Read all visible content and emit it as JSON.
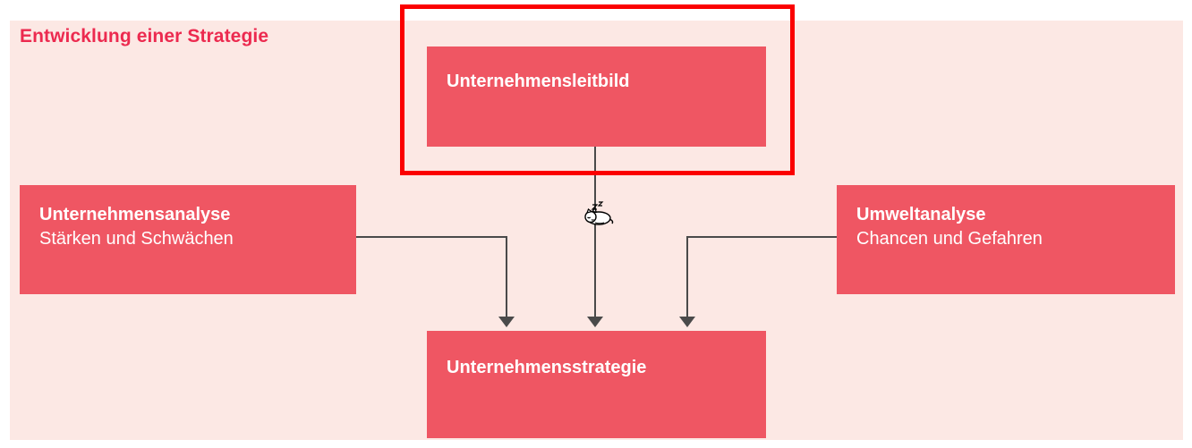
{
  "panel": {
    "title": "Entwicklung einer Strategie",
    "background_color": "#fce8e4",
    "title_color": "#ec2a4f"
  },
  "theme": {
    "node_fill": "#ef5663",
    "node_text": "#ffffff",
    "connector_color": "#4a4a4a",
    "highlight_color": "#fb0000",
    "page_background": "#ffffff"
  },
  "diagram": {
    "type": "flow",
    "nodes": [
      {
        "id": "leitbild",
        "title": "Unternehmensleitbild",
        "subtitle": "",
        "position": "top-center",
        "highlighted": true
      },
      {
        "id": "unternehmensanalyse",
        "title": "Unternehmensanalyse",
        "subtitle": "Stärken und Schwächen",
        "position": "middle-left",
        "highlighted": false
      },
      {
        "id": "umweltanalyse",
        "title": "Umweltanalyse",
        "subtitle": "Chancen und Gefahren",
        "position": "middle-right",
        "highlighted": false
      },
      {
        "id": "strategie",
        "title": "Unternehmensstrategie",
        "subtitle": "",
        "position": "bottom-center",
        "highlighted": false
      }
    ],
    "edges": [
      {
        "from": "leitbild",
        "to": "strategie",
        "style": "straight-down-arrow"
      },
      {
        "from": "unternehmensanalyse",
        "to": "strategie",
        "style": "elbow-right-down-arrow"
      },
      {
        "from": "umweltanalyse",
        "to": "strategie",
        "style": "elbow-left-down-arrow"
      }
    ]
  },
  "annotations": {
    "highlight_rect_label": "red-selection-rectangle around Unternehmensleitbild",
    "cursor": "sleeping-cat-wait-cursor"
  }
}
